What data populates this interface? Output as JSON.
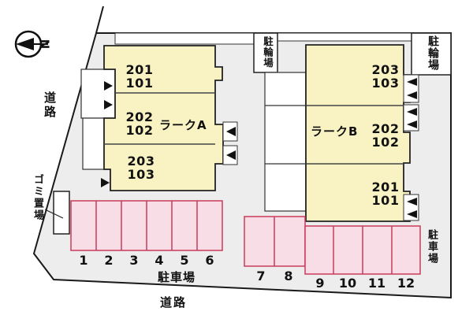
{
  "plan": {
    "compass": {
      "label": "N"
    },
    "labels": {
      "road_left": "道路",
      "road_bottom": "道路",
      "garbage": "ゴミ置場",
      "bike_parking_center": "駐輪場",
      "bike_parking_right": "駐輪場",
      "parking_bottom": "駐車場",
      "parking_right": "駐車場"
    },
    "building_a": {
      "name": "ラークA",
      "units": [
        {
          "upper": "201",
          "lower": "101"
        },
        {
          "upper": "202",
          "lower": "102"
        },
        {
          "upper": "203",
          "lower": "103"
        }
      ]
    },
    "building_b": {
      "name": "ラークB",
      "units": [
        {
          "upper": "203",
          "lower": "103"
        },
        {
          "upper": "202",
          "lower": "102"
        },
        {
          "upper": "201",
          "lower": "101"
        }
      ]
    },
    "parking": {
      "row1": [
        "1",
        "2",
        "3",
        "4",
        "5",
        "6"
      ],
      "row2": [
        "7",
        "8"
      ],
      "row3": [
        "9",
        "10",
        "11",
        "12"
      ]
    },
    "colors": {
      "site_fill": "#ededed",
      "building_fill": "#f9f3c4",
      "parking_fill": "#f8dce6",
      "parking_border": "#c93b5b",
      "outline": "#1a1a1a"
    }
  }
}
